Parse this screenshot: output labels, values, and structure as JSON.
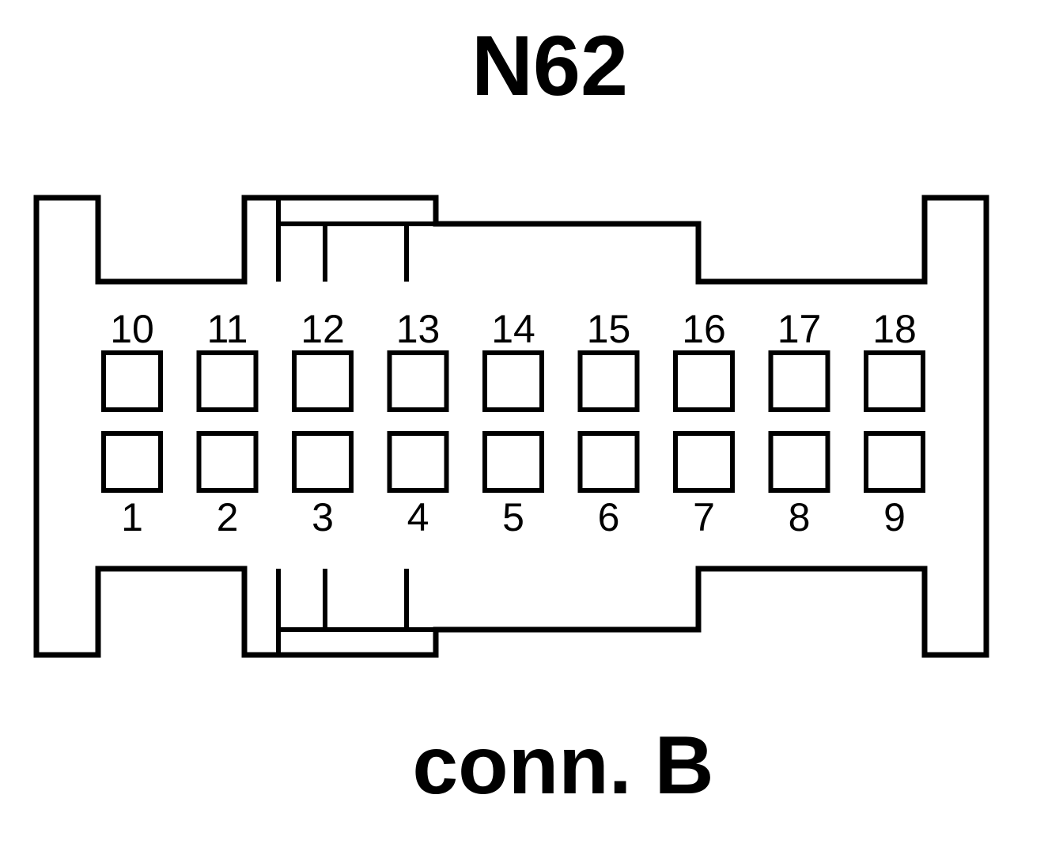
{
  "diagram": {
    "title": "N62",
    "subtitle": "conn. B",
    "line_color": "#000000",
    "background_color": "#ffffff",
    "pins": {
      "top_row": [
        "10",
        "11",
        "12",
        "13",
        "14",
        "15",
        "16",
        "17",
        "18"
      ],
      "bottom_row": [
        "1",
        "2",
        "3",
        "4",
        "5",
        "6",
        "7",
        "8",
        "9"
      ]
    }
  }
}
